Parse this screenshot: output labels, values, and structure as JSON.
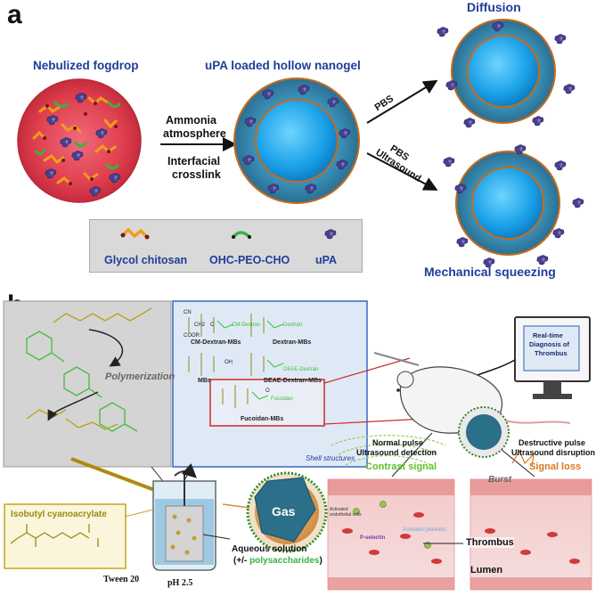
{
  "panel_a": {
    "letter": "a",
    "title_fogdrop": "Nebulized fogdrop",
    "title_nanogel": "uPA loaded hollow nanogel",
    "arrow_top_line1": "Ammonia",
    "arrow_top_line2": "atmosphere",
    "arrow_bottom_line1": "Interfacial",
    "arrow_bottom_line2": "crosslink",
    "branch_up_label": "PBS",
    "branch_down_label1": "PBS",
    "branch_down_label2": "Ultrasound",
    "outcome_top": "Diffusion",
    "outcome_bottom": "Mechanical squeezing",
    "legend": {
      "item1": "Glycol chitosan",
      "item2": "OHC-PEO-CHO",
      "item3": "uPA"
    }
  },
  "panel_b": {
    "letter": "b",
    "polymerization": "Polymerization",
    "shell_structures": "Shell structures",
    "shell_items": [
      "CM-Dextran-MBs",
      "Dextran-MBs",
      "MBs",
      "DEAE-Dextran-MBs",
      "Fucoidan-MBs"
    ],
    "shell_labels": {
      "cm_dextran": "CM-Dextran",
      "dextran": "Dextran",
      "deae_dextran": "DEAE-Dextran",
      "fucoidan": "Fucoidan",
      "oh": "OH",
      "cn": "CN",
      "ch2": "CH2",
      "c": "C",
      "coor": "COOR",
      "o": "O"
    },
    "monitor_line1": "Real-time",
    "monitor_line2": "Diagnosis of",
    "monitor_line3": "Thrombus",
    "isobutyl": "Isobutyl cyanoacrylate",
    "tween": "Tween 20",
    "ph": "pH 2.5",
    "aqueous_line1": "Aqueous solution",
    "aqueous_prefix": "(+/- ",
    "aqueous_green": "polysaccharides",
    "aqueous_suffix": ")",
    "gas": "Gas",
    "normal_line1": "Normal pulse",
    "normal_line2": "Ultrasound detection",
    "destructive_line1": "Destructive pulse",
    "destructive_line2": "Ultrasound disruption",
    "contrast": "Contrast signal",
    "signal_loss": "Signal loss",
    "burst": "Burst",
    "thrombus": "Thrombus",
    "lumen": "Lumen",
    "activated_endo": "Activated endothelial cells",
    "activated_platelets": "Activated platelets",
    "pselectin": "P-selectin"
  },
  "colors": {
    "title_blue": "#1f3d99",
    "nanogel_shell": "#2f7fa6",
    "nanogel_core": "#22a7e8",
    "fogdrop": "#d9374a",
    "chitosan_orange": "#f39c1c",
    "peo_green": "#3bb143",
    "upa_purple": "#4a3f8f",
    "contrast_green": "#5fbf2a",
    "signal_orange": "#d9781e"
  }
}
